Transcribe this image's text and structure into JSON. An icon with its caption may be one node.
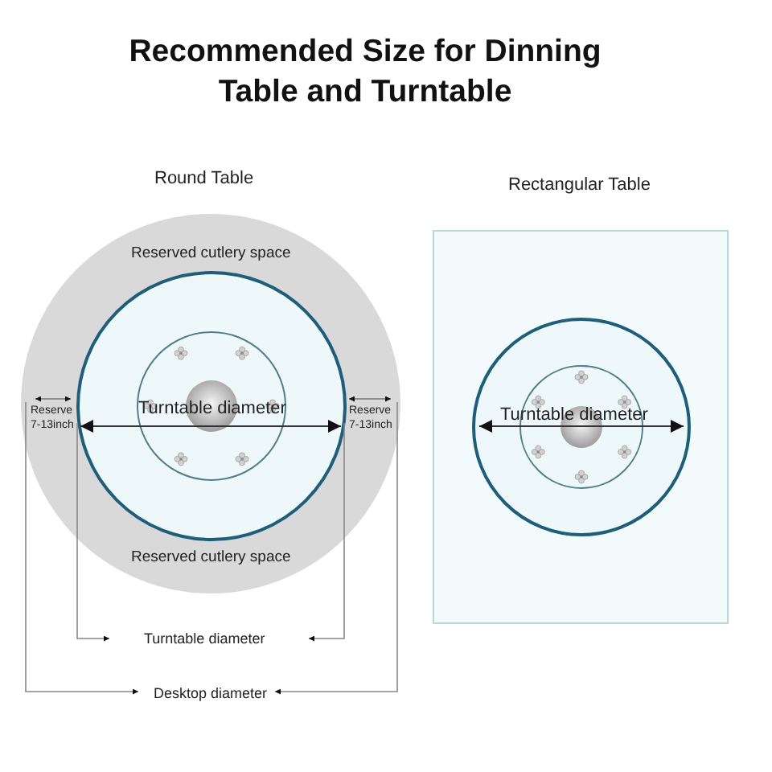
{
  "diagram": {
    "title": "Recommended Size for Dinning Table and Turntable",
    "nodes": [
      {
        "text": [
          "Round Table",
          "Reserved cutlery space",
          "Reserved cutlery space"
        ]
      },
      {
        "text": [
          "Rectangular Table"
        ]
      }
    ],
    "labels": [
      "Reserve 7-13inch",
      "Turntable diameter",
      "Reserve 7-13inch",
      "Turntable diameter",
      "Turntable diameter",
      "Desktop diameter"
    ]
  }
}
